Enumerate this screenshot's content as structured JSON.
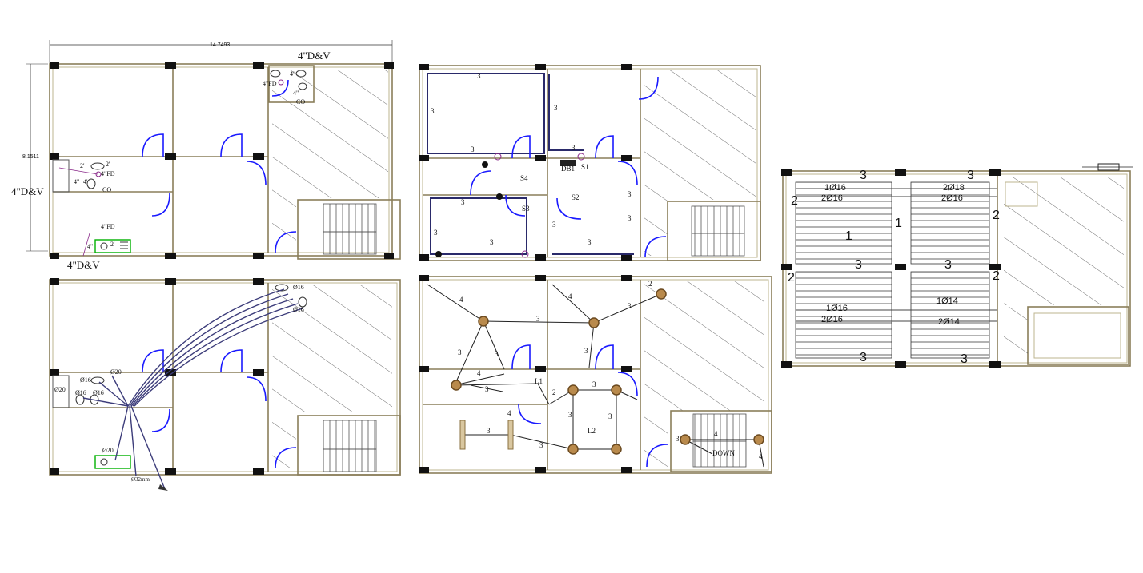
{
  "plan1": {
    "width_dim": "14.7493",
    "height_dim": "8.1511",
    "dv_top": "4\"D&V",
    "dv_left": "4\"D&V",
    "dv_bottom": "4\"D&V",
    "fd_top": "4\"FD",
    "fd_mid": "4\"FD",
    "fd_bottom": "4\"FD",
    "co_top": "CO",
    "co_mid": "CO",
    "dim_2a": "2'",
    "dim_2b": "2'",
    "dim_2c": "2'",
    "dim_4a": "4\"",
    "dim_4b": "4\"",
    "dim_4c": "4\"",
    "dim_4d": "4'"
  },
  "plan2": {
    "labels": [
      "3",
      "3",
      "3",
      "3",
      "3",
      "3",
      "3",
      "3",
      "3",
      "3",
      "3",
      "3",
      "3"
    ],
    "switches": {
      "s1": "S1",
      "s2": "S2",
      "s3": "S3",
      "s4": "S4",
      "db": "DB1"
    }
  },
  "plan3": {
    "pipe_labels": {
      "p20a": "Ø20",
      "p20b": "Ø20",
      "p20c": "Ø20",
      "p16a": "Ø16",
      "p16b": "Ø16",
      "p16c": "Ø16",
      "p16d": "Ø16",
      "p16e": "Ø16",
      "p32": "Ø32mm"
    }
  },
  "plan4": {
    "labels": {
      "n4a": "4",
      "n4b": "4",
      "n3a": "3",
      "n3b": "3",
      "n3c": "3",
      "n3d": "3",
      "n3e": "3",
      "n3f": "3",
      "n3g": "3",
      "n3h": "3",
      "n3i": "3",
      "n3j": "3",
      "n3k": "3",
      "n2a": "2",
      "n2b": "2",
      "n4c": "4",
      "n4d": "4",
      "n4e": "4",
      "n4f": "4",
      "n3s": "3",
      "l1": "L1",
      "l2": "L2",
      "down": "DOWN"
    }
  },
  "plan5": {
    "bars": {
      "t1": "1Ø16",
      "t2": "2Ø16",
      "t3": "2Ø18",
      "t4": "2Ø16",
      "b1": "1Ø16",
      "b2": "2Ø16",
      "b3": "1Ø14",
      "b4": "2Ø14"
    },
    "marks": {
      "m1": "3",
      "m2": "3",
      "m3": "3",
      "m4": "3",
      "m5": "3",
      "m6": "3",
      "m7": "2",
      "m8": "2",
      "m9": "2",
      "m10": "2",
      "m11": "1",
      "m12": "1"
    }
  },
  "colors": {
    "door": "#1a1aff",
    "wall": "#8a7e5a",
    "lamp": "#b98a4c",
    "fixture_box": "#00b000"
  }
}
